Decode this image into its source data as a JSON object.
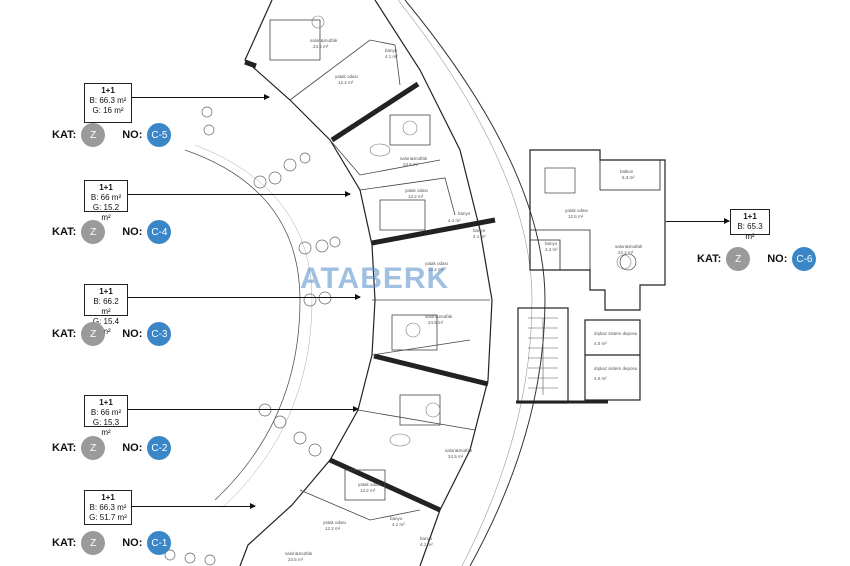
{
  "watermark": "ATABERK",
  "units": [
    {
      "title": "1+1",
      "b": "B: 66.3 m²",
      "g": "G: 16 m²",
      "kat_label": "KAT:",
      "kat_value": "Z",
      "no_label": "NO:",
      "no_value": "C-5"
    },
    {
      "title": "1+1",
      "b": "B: 66 m²",
      "g": "G: 15.2 m²",
      "kat_label": "KAT:",
      "kat_value": "Z",
      "no_label": "NO:",
      "no_value": "C-4"
    },
    {
      "title": "1+1",
      "b": "B: 66.2 m²",
      "g": "G: 15.4 m²",
      "kat_label": "KAT:",
      "kat_value": "Z",
      "no_label": "NO:",
      "no_value": "C-3"
    },
    {
      "title": "1+1",
      "b": "B: 66 m²",
      "g": "G: 15.3 m²",
      "kat_label": "KAT:",
      "kat_value": "Z",
      "no_label": "NO:",
      "no_value": "C-2"
    },
    {
      "title": "1+1",
      "b": "B: 66.3 m²",
      "g": "G: 51.7 m²",
      "kat_label": "KAT:",
      "kat_value": "Z",
      "no_label": "NO:",
      "no_value": "C-1"
    }
  ],
  "unit_c6": {
    "title": "1+1",
    "b": "B: 65.3 m²",
    "kat_label": "KAT:",
    "kat_value": "Z",
    "no_label": "NO:",
    "no_value": "C-6"
  },
  "room_labels": {
    "salon": "salon&mutfak",
    "yatak": "yatak odası",
    "banyo": "banyo",
    "balkon": "balkon",
    "depo1": "dışkaz sistem deposu",
    "depo2": "dışkaz sistem deposu",
    "a245": "24.5 m²",
    "a122": "12.2 m²",
    "a41": "4.1 m²",
    "a125": "12.5 m²",
    "a222": "22.2 m²",
    "a53": "5.3 m²",
    "a34": "3.4 m²",
    "a40": "4.0 m²"
  },
  "colors": {
    "grey_badge": "#9a9a9a",
    "blue_badge": "#3b86c6",
    "wall": "#111111"
  }
}
